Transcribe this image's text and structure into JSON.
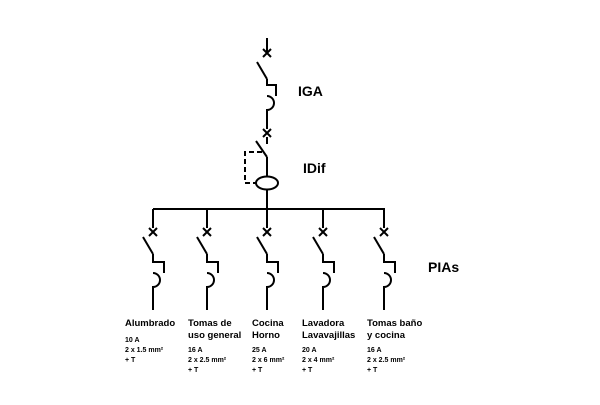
{
  "diagram": {
    "line_color": "#000000",
    "labels": {
      "iga": "IGA",
      "idif": "IDif",
      "pias": "PIAs"
    },
    "circuits": [
      {
        "name": [
          "Alumbrado"
        ],
        "specs": [
          "10 A",
          "2 x 1.5 mm²",
          "+ T"
        ]
      },
      {
        "name": [
          "Tomas de",
          "uso general"
        ],
        "specs": [
          "16 A",
          "2 x 2.5 mm²",
          "+ T"
        ]
      },
      {
        "name": [
          "Cocina",
          "Horno"
        ],
        "specs": [
          "25 A",
          "2 x 6 mm²",
          "+ T"
        ]
      },
      {
        "name": [
          "Lavadora",
          "Lavavajillas"
        ],
        "specs": [
          "20 A",
          "2 x 4 mm²",
          "+ T"
        ]
      },
      {
        "name": [
          "Tomas baño",
          "y cocina"
        ],
        "specs": [
          "16 A",
          "2 x 2.5 mm²",
          "+ T"
        ]
      }
    ]
  }
}
